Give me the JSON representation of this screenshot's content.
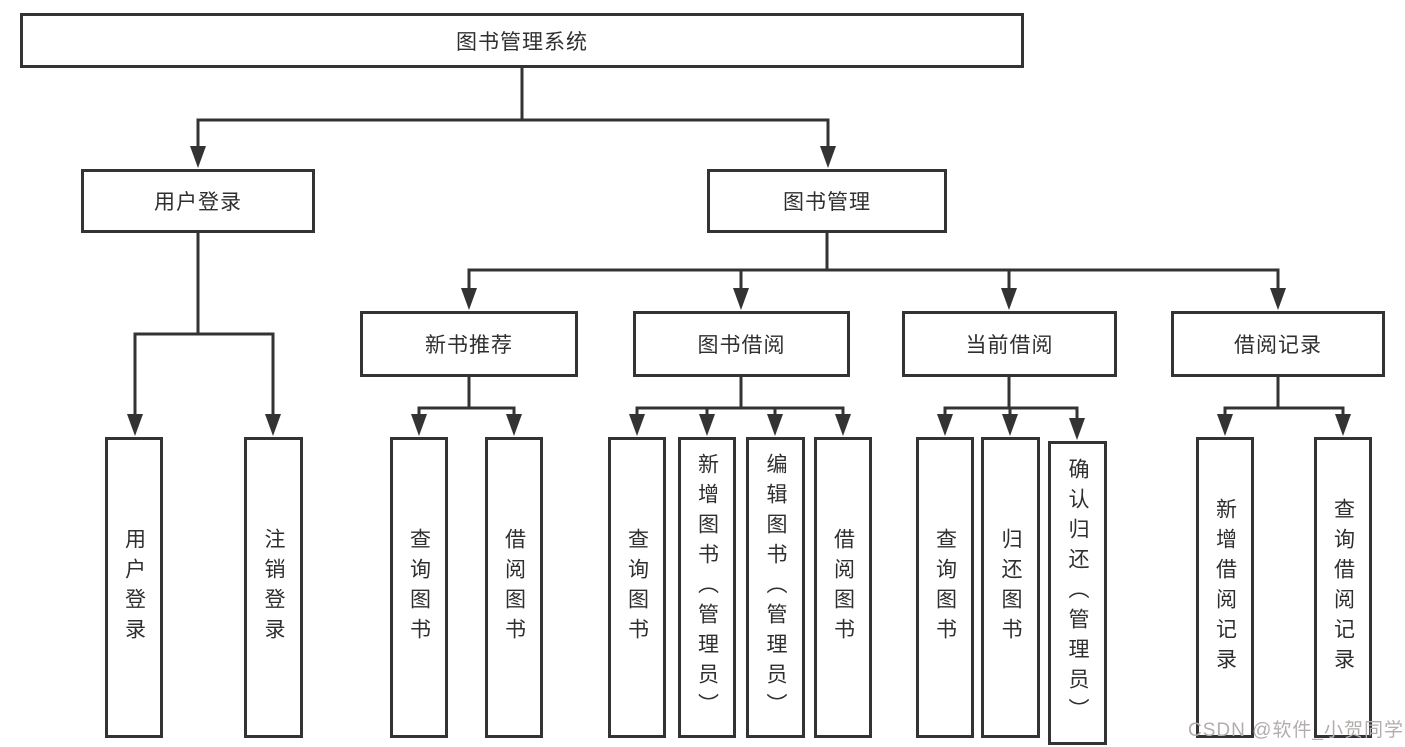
{
  "root": {
    "label": "图书管理系统"
  },
  "branches": [
    {
      "label": "用户登录"
    },
    {
      "label": "图书管理"
    }
  ],
  "modules": [
    {
      "label": "新书推荐"
    },
    {
      "label": "图书借阅"
    },
    {
      "label": "当前借阅"
    },
    {
      "label": "借阅记录"
    }
  ],
  "functions": [
    {
      "label": "用户登录",
      "parent": "用户登录"
    },
    {
      "label": "注销登录",
      "parent": "用户登录"
    },
    {
      "label": "查询图书",
      "parent": "新书推荐"
    },
    {
      "label": "借阅图书",
      "parent": "新书推荐"
    },
    {
      "label": "查询图书",
      "parent": "图书借阅"
    },
    {
      "label": "新增图书（管理员）",
      "parent": "图书借阅"
    },
    {
      "label": "编辑图书（管理员）",
      "parent": "图书借阅"
    },
    {
      "label": "借阅图书",
      "parent": "图书借阅"
    },
    {
      "label": "查询图书",
      "parent": "当前借阅"
    },
    {
      "label": "归还图书",
      "parent": "当前借阅"
    },
    {
      "label": "确认归还（管理员）",
      "parent": "当前借阅"
    },
    {
      "label": "新增借阅记录",
      "parent": "借阅记录"
    },
    {
      "label": "查询借阅记录",
      "parent": "借阅记录"
    }
  ],
  "watermark": {
    "text": "CSDN @软件_小贺同学"
  },
  "colors": {
    "line": "#333333",
    "text": "#2f2f2f",
    "watermark": "#b3adad",
    "background": "#ffffff"
  }
}
